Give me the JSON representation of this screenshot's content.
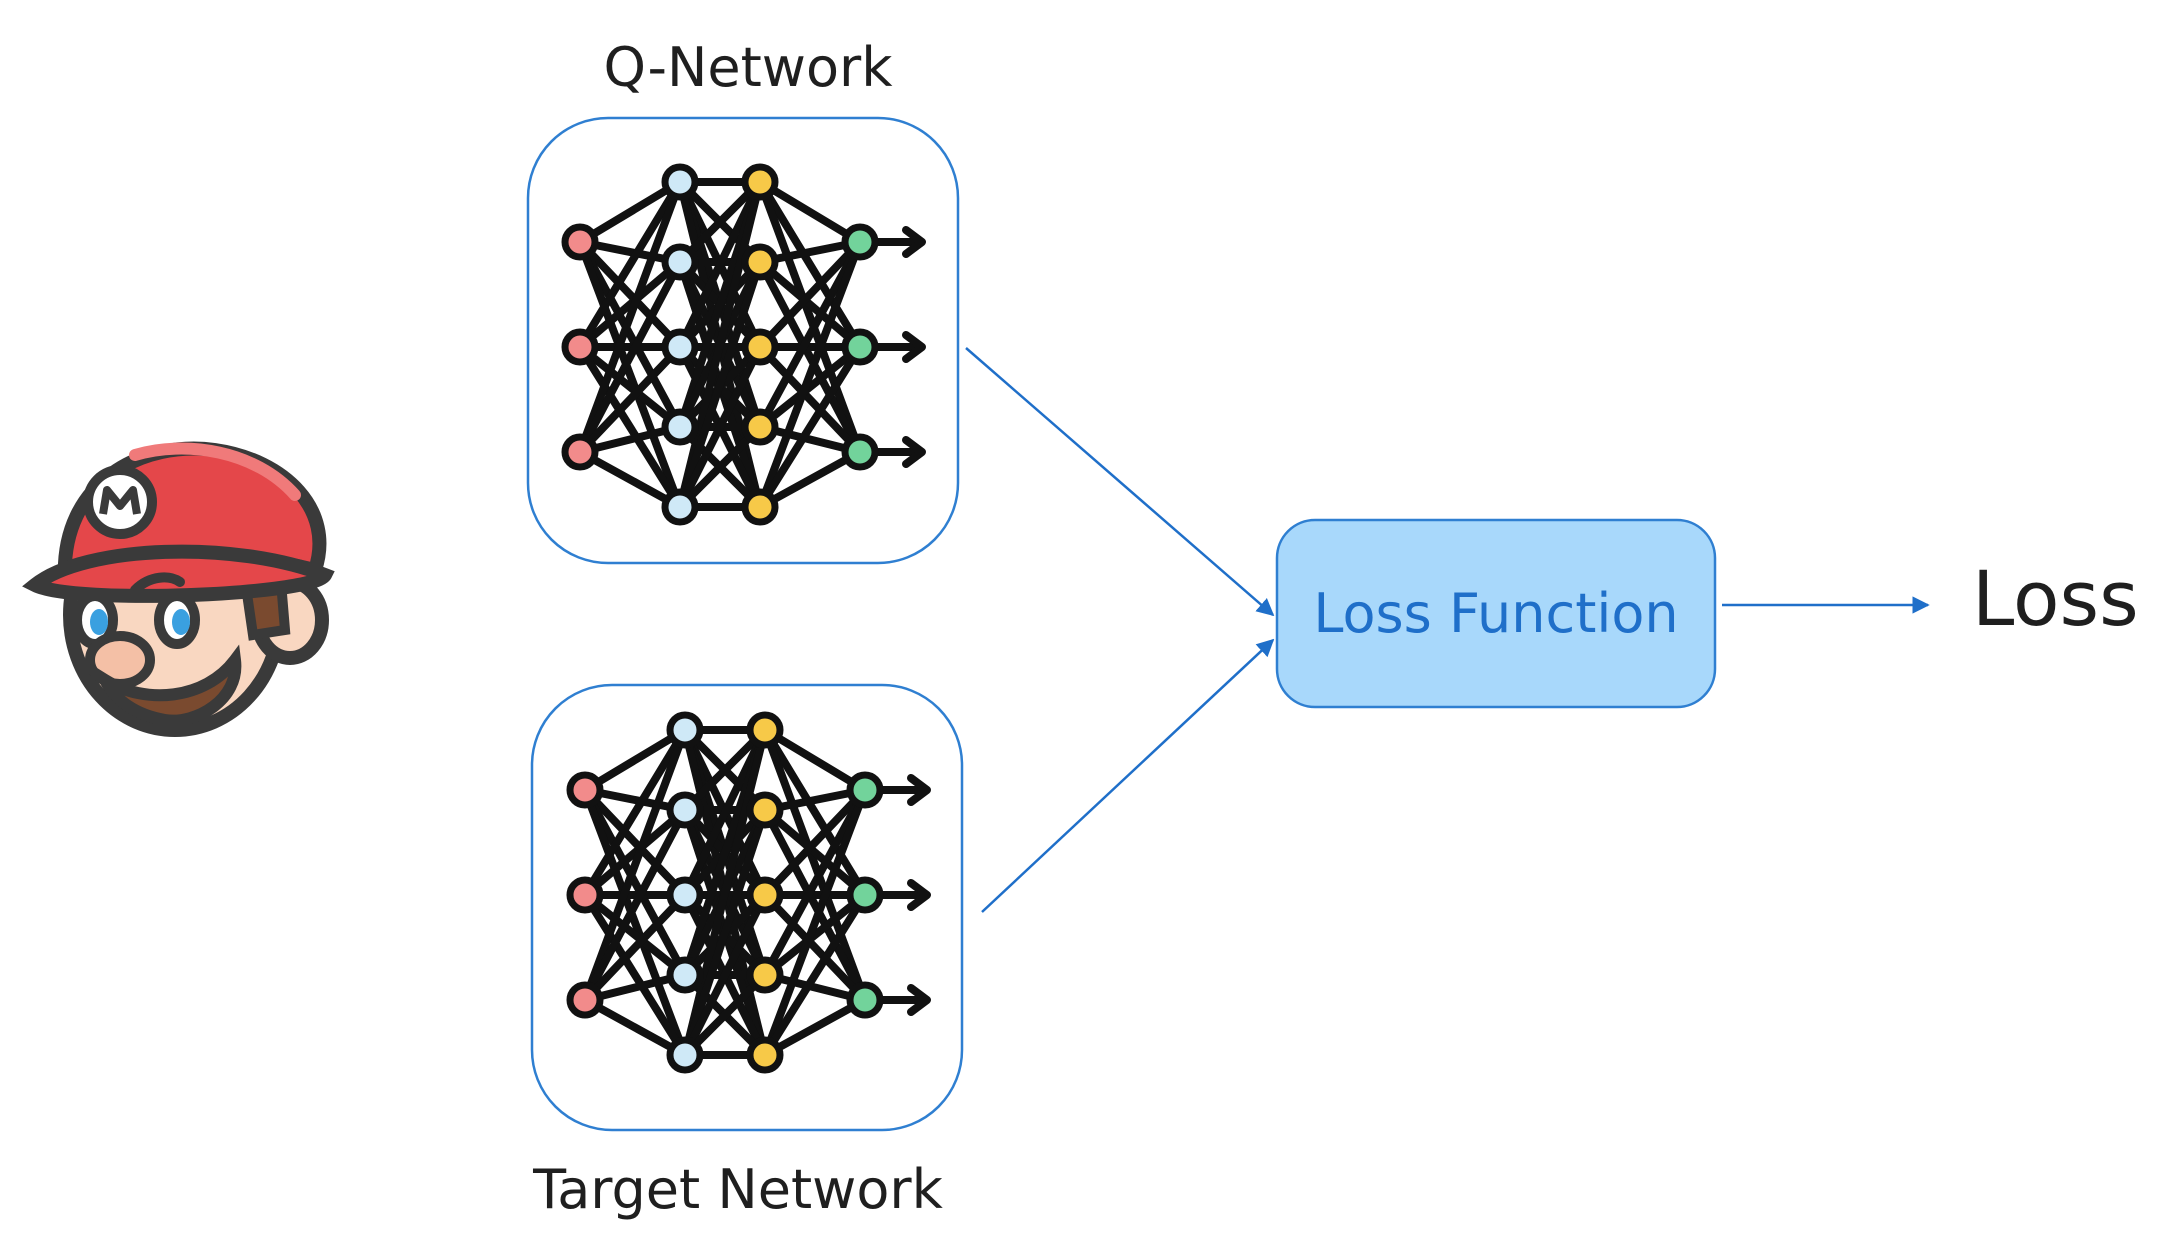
{
  "diagram": {
    "q_network": {
      "label": "Q-Network"
    },
    "target_network": {
      "label": "Target Network"
    },
    "loss_function": {
      "label": "Loss Function"
    },
    "output": {
      "label": "Loss"
    },
    "agent": {
      "icon": "mario-head-icon"
    }
  },
  "colors": {
    "box_border": "#2f7fd1",
    "arrow": "#1f6fc9",
    "loss_box_fill": "#a8d8fb",
    "loss_box_text": "#1f6fc9",
    "node_input": "#f28b8b",
    "node_hidden_1": "#cfe9f7",
    "node_hidden_2": "#f7c948",
    "node_output": "#72d39b"
  }
}
